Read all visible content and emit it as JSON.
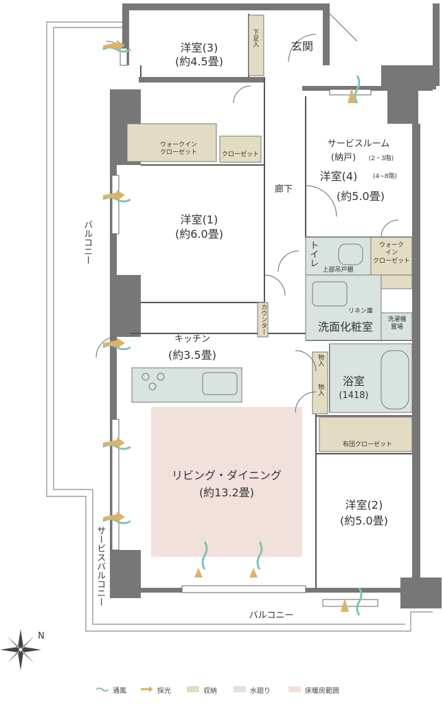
{
  "rooms": {
    "western3": {
      "name": "洋室(3)",
      "size": "(約4.5畳)"
    },
    "entrance": "玄関",
    "shoe_storage": "下足入",
    "service_room": {
      "line1": "サービスルーム",
      "line2": "(納戸)",
      "note1": "(2・3階)",
      "line3": "洋室(4)",
      "note2": "(4~8階)",
      "size": "(約5.0畳)"
    },
    "corridor": "廊下",
    "walkin_closet_a": "ウォークイン\nクローゼット",
    "closet": "クローゼット",
    "western1": {
      "name": "洋室(1)",
      "size": "(約6.0畳)"
    },
    "toilet": "トイレ",
    "upper_cabinet": "上部吊戸棚",
    "walkin_closet_b": "ウォーク\nイン\nクローゼット",
    "linen": "リネン庫",
    "washroom": "洗面化粧室",
    "laundry": "洗濯機\n置場",
    "counter": "カウンター",
    "kitchen": {
      "name": "キッチン",
      "size": "(約3.5畳)"
    },
    "storage_in1": "物入",
    "storage_in2": "物入",
    "bath": {
      "name": "浴室",
      "size": "(1418)"
    },
    "futon_closet": "布団クローゼット",
    "living": {
      "name": "リビング・ダイニング",
      "size": "(約13.2畳)"
    },
    "western2": {
      "name": "洋室(2)",
      "size": "(約5.0畳)"
    },
    "balcony_side": "バルコニー",
    "balcony_bottom": "バルコニー",
    "service_balcony": "サービスバルコニー"
  },
  "compass": {
    "label": "N",
    "icon": "compass-rose-icon"
  },
  "legend": [
    {
      "label": "通風",
      "icon": "ventilation-icon",
      "color": "#7fc3b4"
    },
    {
      "label": "採光",
      "icon": "daylight-icon",
      "color": "#d9b36b"
    },
    {
      "label": "収納",
      "icon": "storage-swatch",
      "color": "#e3dcc3"
    },
    {
      "label": "水廻り",
      "icon": "water-swatch",
      "color": "#d9e3df"
    },
    {
      "label": "床暖房範囲",
      "icon": "floor-heating-swatch",
      "color": "#f2e0dd"
    }
  ]
}
